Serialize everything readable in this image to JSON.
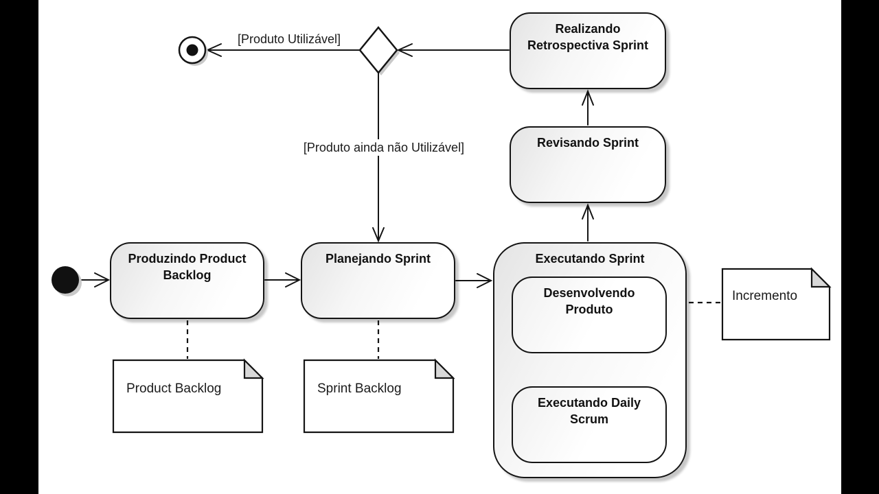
{
  "diagram": {
    "kind": "uml-activity-diagram-scrum",
    "states": {
      "produzindo": {
        "label": "Produzindo Product\nBacklog"
      },
      "planejando": {
        "label": "Planejando Sprint"
      },
      "executando": {
        "label": "Executando Sprint"
      },
      "desenvolvendo": {
        "label": "Desenvolvendo\nProduto"
      },
      "daily_scrum": {
        "label": "Executando Daily\nScrum"
      },
      "revisando": {
        "label": "Revisando Sprint"
      },
      "realizando": {
        "label": "Realizando\nRetrospectiva Sprint"
      }
    },
    "guards": {
      "produto_utilizavel": "[Produto Utilizável]",
      "produto_nao_utilizavel": "[Produto ainda não Utilizável]"
    },
    "notes": {
      "product_backlog": "Product Backlog",
      "sprint_backlog": "Sprint Backlog",
      "incremento": "Incremento"
    },
    "colors": {
      "line": "#141414",
      "state_fill_top": "#e4e4e4",
      "state_fill_bottom": "#ffffff",
      "shadow": "#c9c9c9",
      "note_fold": "#d8d8d8",
      "background": "#ffffff",
      "pillarbox": "#000000"
    }
  }
}
